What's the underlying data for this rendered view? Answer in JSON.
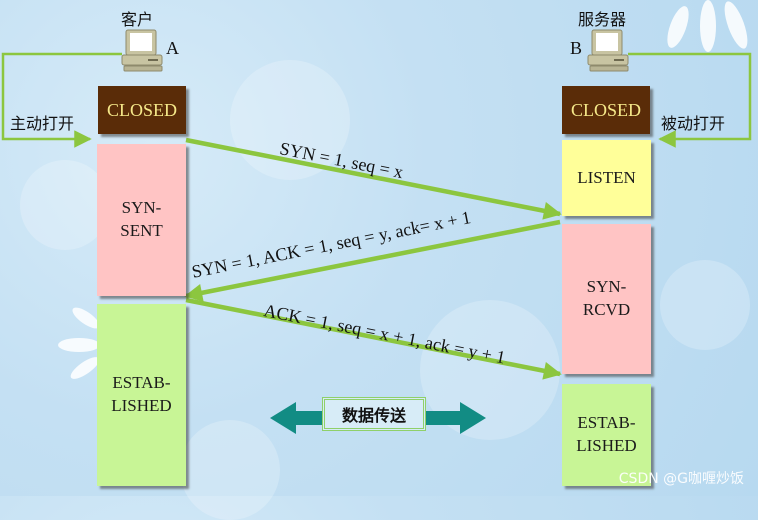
{
  "client": {
    "title": "客户",
    "letter": "A",
    "open_label": "主动打开",
    "states": [
      "CLOSED",
      "SYN-\nSENT",
      "ESTAB-\nLISHED"
    ]
  },
  "server": {
    "title": "服务器",
    "letter": "B",
    "open_label": "被动打开",
    "states": [
      "CLOSED",
      "LISTEN",
      "SYN-\nRCVD",
      "ESTAB-\nLISHED"
    ]
  },
  "messages": [
    {
      "text": "SYN = 1, seq = x",
      "direction": "client-to-server"
    },
    {
      "text": "SYN = 1, ACK = 1, seq = y, ack= x + 1",
      "direction": "server-to-client"
    },
    {
      "text": "ACK = 1, seq = x + 1, ack = y + 1",
      "direction": "client-to-server"
    }
  ],
  "data_transfer_label": "数据传送",
  "watermark": "CSDN @G咖喱炒饭",
  "colors": {
    "arrow": "#8cc63f",
    "closed_bg": "#5a2c08",
    "closed_text": "#f6e98a",
    "syn_bg": "#ffc4c4",
    "listen_bg": "#ffff99",
    "established_bg": "#c8f596",
    "data_arrow": "#128c84"
  }
}
